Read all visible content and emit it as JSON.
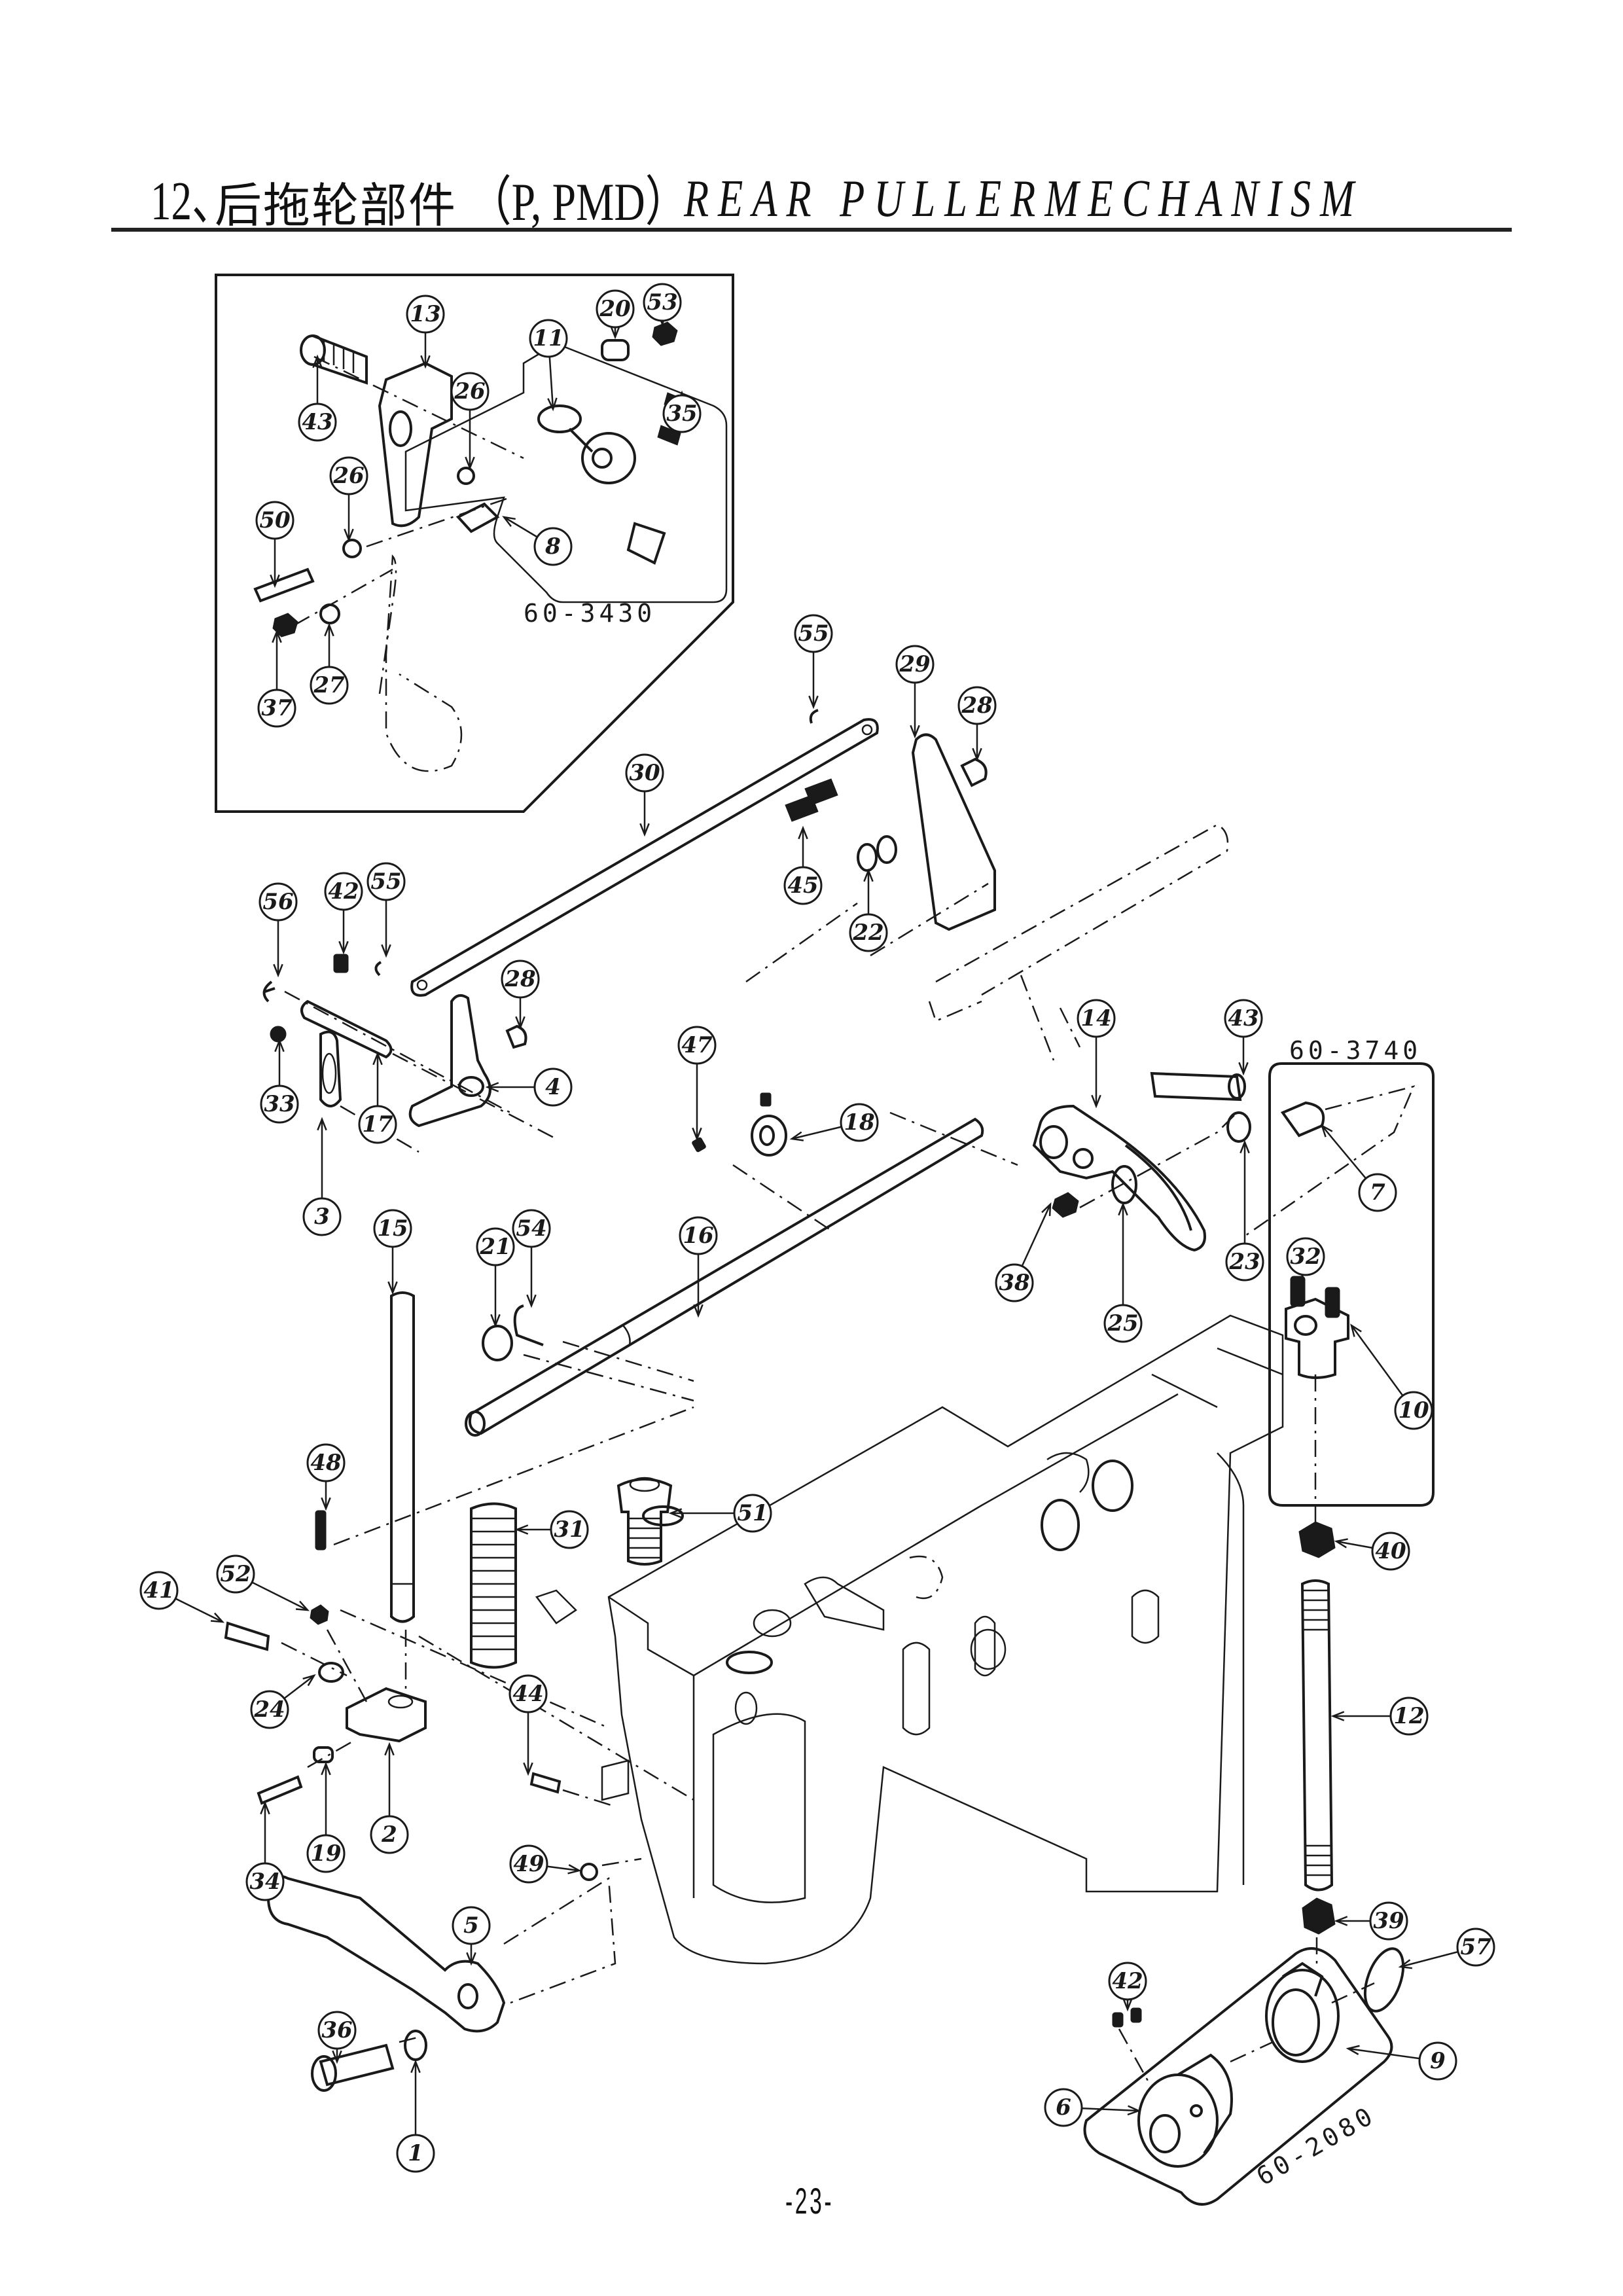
{
  "header": {
    "section_number": "12、",
    "title_cn": "后拖轮部件",
    "models": "（P, PMD）",
    "title_en": "REAR PULLERMECHANISM"
  },
  "kits": [
    {
      "id": "kit-60-3430",
      "label": "60-3430"
    },
    {
      "id": "kit-60-3740",
      "label": "60-3740"
    },
    {
      "id": "kit-60-2080",
      "label": "60-2080"
    }
  ],
  "callouts": [
    {
      "num": "13"
    },
    {
      "num": "20"
    },
    {
      "num": "53"
    },
    {
      "num": "11"
    },
    {
      "num": "43"
    },
    {
      "num": "26"
    },
    {
      "num": "35"
    },
    {
      "num": "26"
    },
    {
      "num": "50"
    },
    {
      "num": "8"
    },
    {
      "num": "37"
    },
    {
      "num": "27"
    },
    {
      "num": "55"
    },
    {
      "num": "29"
    },
    {
      "num": "28"
    },
    {
      "num": "30"
    },
    {
      "num": "45"
    },
    {
      "num": "22"
    },
    {
      "num": "56"
    },
    {
      "num": "42"
    },
    {
      "num": "55"
    },
    {
      "num": "28"
    },
    {
      "num": "33"
    },
    {
      "num": "17"
    },
    {
      "num": "4"
    },
    {
      "num": "3"
    },
    {
      "num": "47"
    },
    {
      "num": "18"
    },
    {
      "num": "14"
    },
    {
      "num": "43"
    },
    {
      "num": "7"
    },
    {
      "num": "23"
    },
    {
      "num": "25"
    },
    {
      "num": "38"
    },
    {
      "num": "32"
    },
    {
      "num": "15"
    },
    {
      "num": "21"
    },
    {
      "num": "54"
    },
    {
      "num": "16"
    },
    {
      "num": "10"
    },
    {
      "num": "48"
    },
    {
      "num": "31"
    },
    {
      "num": "51"
    },
    {
      "num": "40"
    },
    {
      "num": "41"
    },
    {
      "num": "52"
    },
    {
      "num": "24"
    },
    {
      "num": "44"
    },
    {
      "num": "12"
    },
    {
      "num": "34"
    },
    {
      "num": "19"
    },
    {
      "num": "2"
    },
    {
      "num": "49"
    },
    {
      "num": "5"
    },
    {
      "num": "39"
    },
    {
      "num": "57"
    },
    {
      "num": "42"
    },
    {
      "num": "36"
    },
    {
      "num": "9"
    },
    {
      "num": "6"
    },
    {
      "num": "1"
    }
  ],
  "page_number": "-23-"
}
